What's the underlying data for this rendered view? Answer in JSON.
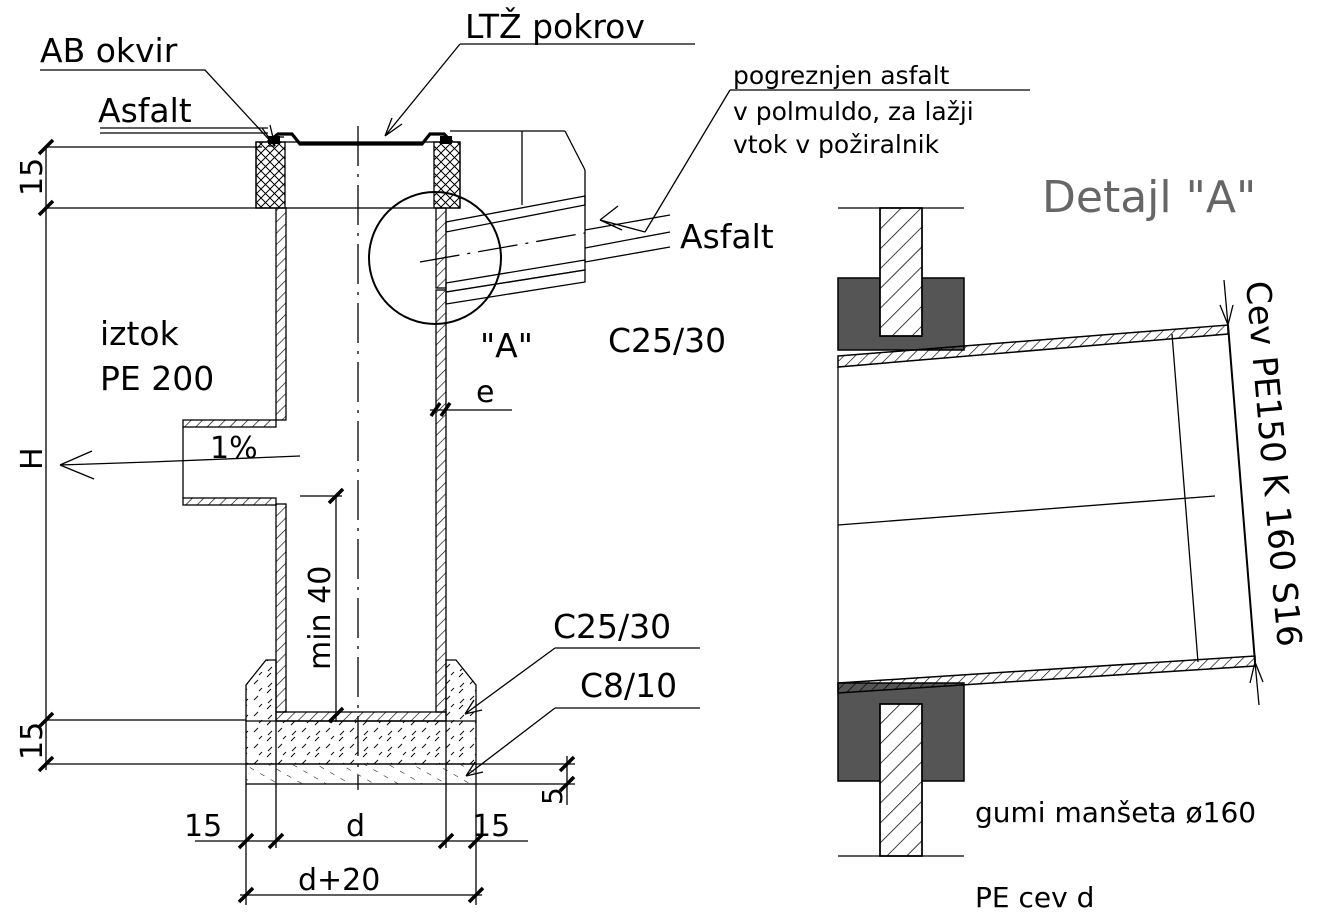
{
  "labels": {
    "ab_okvir": "AB okvir",
    "ltz_pokrov": "LTŽ pokrov",
    "asfalt_top": "Asfalt",
    "pogreznjen_line1": "pogreznjen asfalt",
    "pogreznjen_line2": "v polmuldo, za lažji",
    "pogreznjen_line3": "vtok v požiralnik",
    "asfalt_right": "Asfalt",
    "detail_ref": "\"A\"",
    "concrete_wall": "C25/30",
    "iztok_line1": "iztok",
    "iztok_line2": "PE 200",
    "wall_thickness": "e",
    "slope": "1%",
    "height": "H",
    "min_depth": "min 40",
    "concrete_base": "C25/30",
    "lean_concrete": "C8/10",
    "dim_top_15": "15",
    "dim_bottom_15": "15",
    "dim_bottom_5": "5",
    "dim_left_15": "15",
    "dim_d": "d",
    "dim_right_15": "15",
    "dim_d_plus_20": "d+20"
  },
  "detail": {
    "title": "Detajl \"A\"",
    "pipe_label": "Cev PE150 K 160 S16",
    "gasket_label": "gumi manšeta ø160",
    "pe_pipe_label": "PE cev d"
  },
  "colors": {
    "line": "#000000",
    "gasket_fill": "#555555",
    "title_gray": "#666666",
    "background": "#ffffff"
  }
}
